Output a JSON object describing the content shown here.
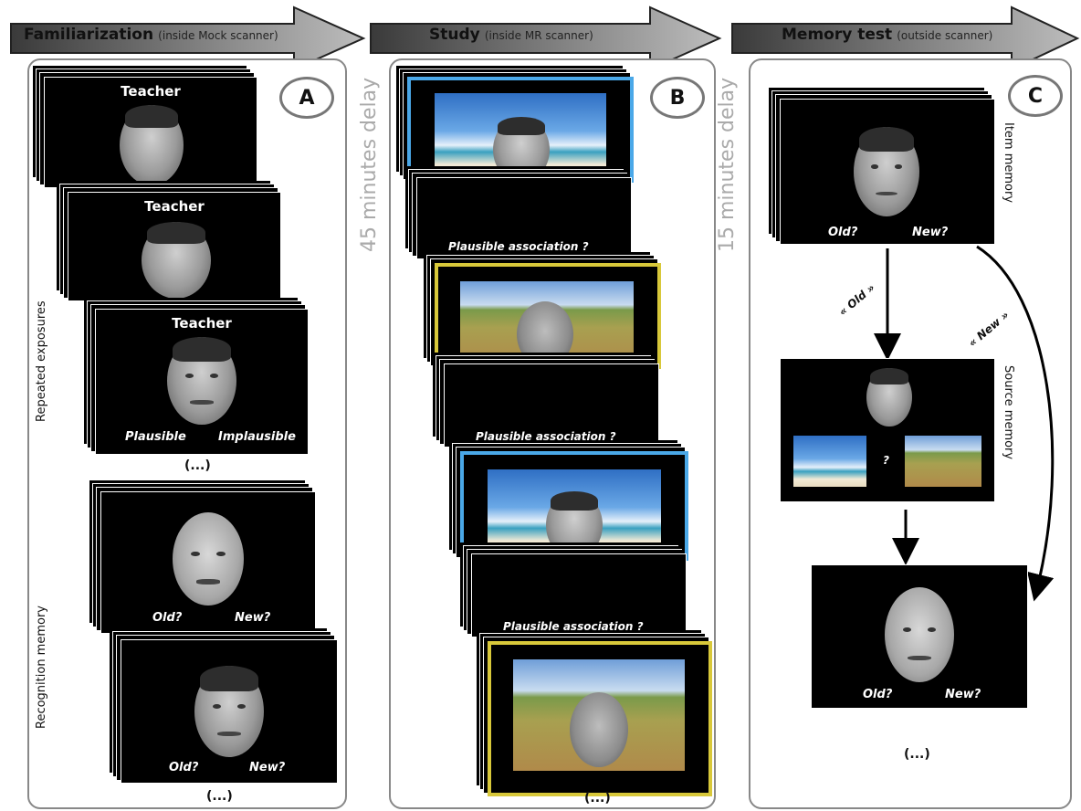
{
  "stages": [
    {
      "title": "Familiarization",
      "subtitle": "(inside Mock scanner)"
    },
    {
      "title": "Study",
      "subtitle": "(inside MR scanner)"
    },
    {
      "title": "Memory test",
      "subtitle": "(outside scanner)"
    }
  ],
  "panel_labels": [
    "A",
    "B",
    "C"
  ],
  "delays": [
    "45 minutes delay",
    "15 minutes delay"
  ],
  "panel_a": {
    "occupation": "Teacher",
    "plausible": "Plausible",
    "implausible": "Implausible",
    "side_label_top": "Repeated exposures",
    "side_label_bottom": "Recognition memory",
    "old": "Old?",
    "new": "New?",
    "ellipsis": "(...)"
  },
  "panel_b": {
    "question": "Plausible association ?",
    "ellipsis": "(...)"
  },
  "panel_c": {
    "item_memory": "Item memory",
    "source_memory": "Source memory",
    "old": "Old?",
    "new": "New?",
    "old_response": "« Old »",
    "new_response": "« New »",
    "source_question": "?",
    "ellipsis": "(...)"
  },
  "colors": {
    "study_blue_frame": "#4aa8e8",
    "study_yellow_frame": "#d8c83a",
    "panel_border": "#888888",
    "delay_text": "#aaaaaa"
  }
}
